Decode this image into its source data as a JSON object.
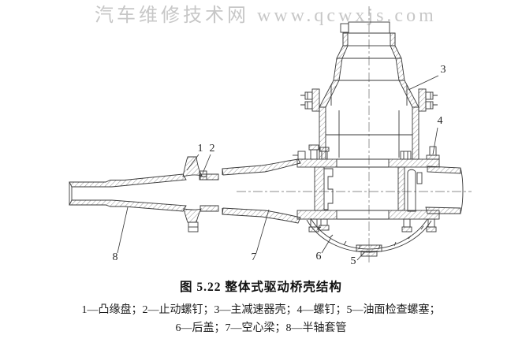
{
  "watermark": {
    "text": "汽车维修技术网 www.qcwxjs.com"
  },
  "figure": {
    "caption": "图 5.22  整体式驱动桥壳结构",
    "legend_line1": "1—凸缘盘；2—止动螺钉；3—主减速器壳；4—螺钉；5—油面检查螺塞；",
    "legend_line2": "6—后盖；7—空心梁；8—半轴套管",
    "callouts": [
      {
        "num": "1",
        "label": "凸缘盘"
      },
      {
        "num": "2",
        "label": "止动螺钉"
      },
      {
        "num": "3",
        "label": "主减速器壳"
      },
      {
        "num": "4",
        "label": "螺钉"
      },
      {
        "num": "5",
        "label": "油面检查螺塞"
      },
      {
        "num": "6",
        "label": "后盖"
      },
      {
        "num": "7",
        "label": "空心梁"
      },
      {
        "num": "8",
        "label": "半轴套管"
      }
    ]
  },
  "colors": {
    "line": "#3a3a3a",
    "watermark": "#c7c7c7",
    "background": "#ffffff"
  }
}
